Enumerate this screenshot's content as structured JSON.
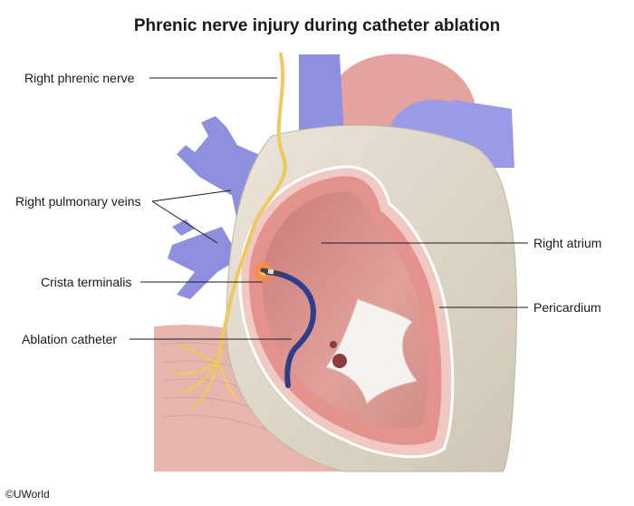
{
  "title": "Phrenic nerve injury during catheter ablation",
  "labels": {
    "right_phrenic_nerve": "Right phrenic nerve",
    "right_pulmonary_veins": "Right pulmonary veins",
    "crista_terminalis": "Crista terminalis",
    "ablation_catheter": "Ablation catheter",
    "right_atrium": "Right atrium",
    "pericardium": "Pericardium"
  },
  "copyright": "©UWorld",
  "colors": {
    "pericardium": "#ddd6c8",
    "myocardium": "#e59a96",
    "atrium_interior": "#d98a86",
    "pulmonary_veins": "#8f8fe0",
    "phrenic_nerve": "#f0c860",
    "catheter": "#2c3e8c",
    "ablation_glow": "#ff8a3a",
    "diaphragm": "#e6b0a8"
  }
}
